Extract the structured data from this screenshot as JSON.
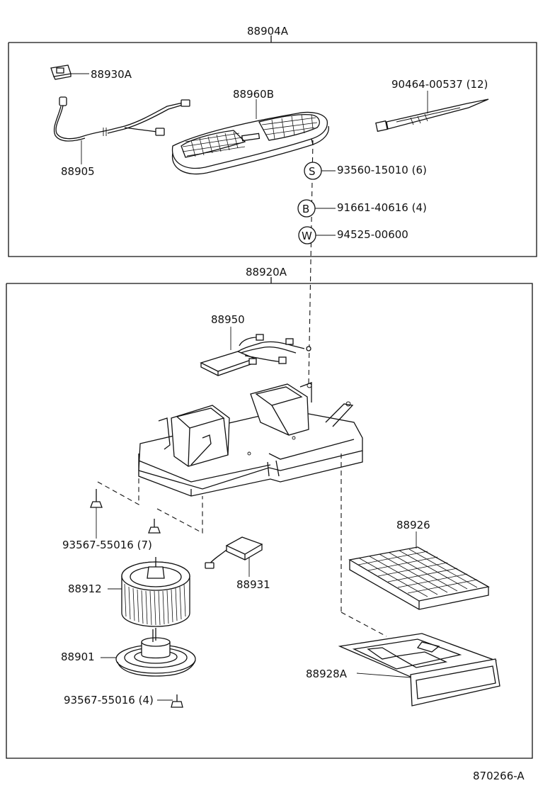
{
  "figure_id": "870266-A",
  "assemblies": [
    {
      "number": "88904A"
    },
    {
      "number": "88920A"
    }
  ],
  "parts": {
    "p88930A": "88930A",
    "p88905": "88905",
    "p88960B": "88960B",
    "p90464": "90464-00537 (12)",
    "p93560": "93560-15010 (6)",
    "p91661": "91661-40616 (4)",
    "p94525": "94525-00600",
    "p88950": "88950",
    "p93567a": "93567-55016 (7)",
    "p88926": "88926",
    "p88912": "88912",
    "p88931": "88931",
    "p88901": "88901",
    "p88928A": "88928A",
    "p93567b": "93567-55016 (4)"
  },
  "symbols": {
    "s": "S",
    "b": "B",
    "w": "W"
  }
}
